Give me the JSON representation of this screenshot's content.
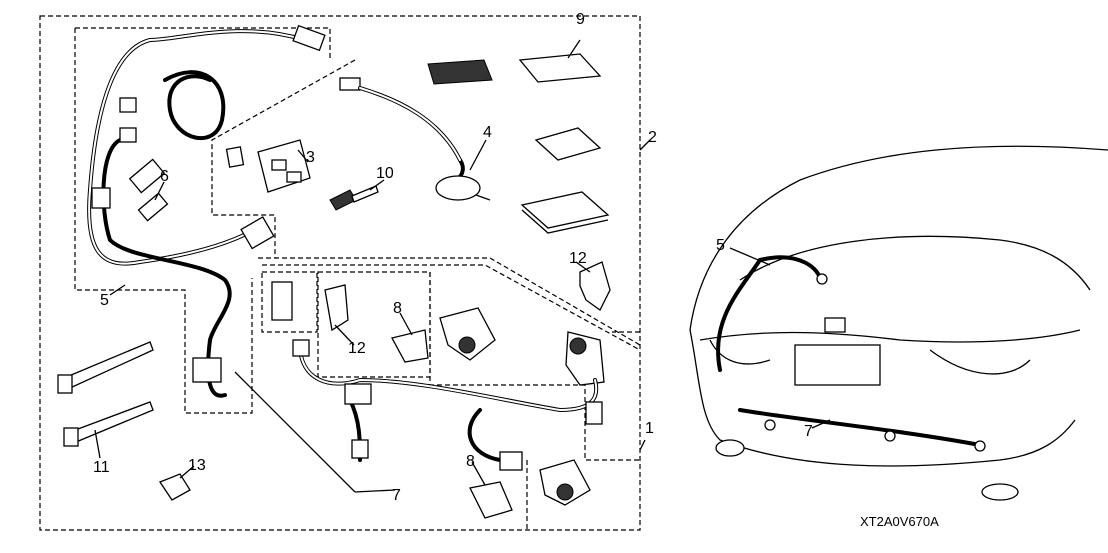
{
  "diagram_code": "XT2A0V670A",
  "callouts": {
    "c1": "1",
    "c2": "2",
    "c3": "3",
    "c4": "4",
    "c5": "5",
    "c6": "6",
    "c7": "7",
    "c8a": "8",
    "c8b": "8",
    "c9": "9",
    "c10": "10",
    "c11": "11",
    "c12a": "12",
    "c12b": "12",
    "c13": "13",
    "car5": "5",
    "car7": "7"
  }
}
